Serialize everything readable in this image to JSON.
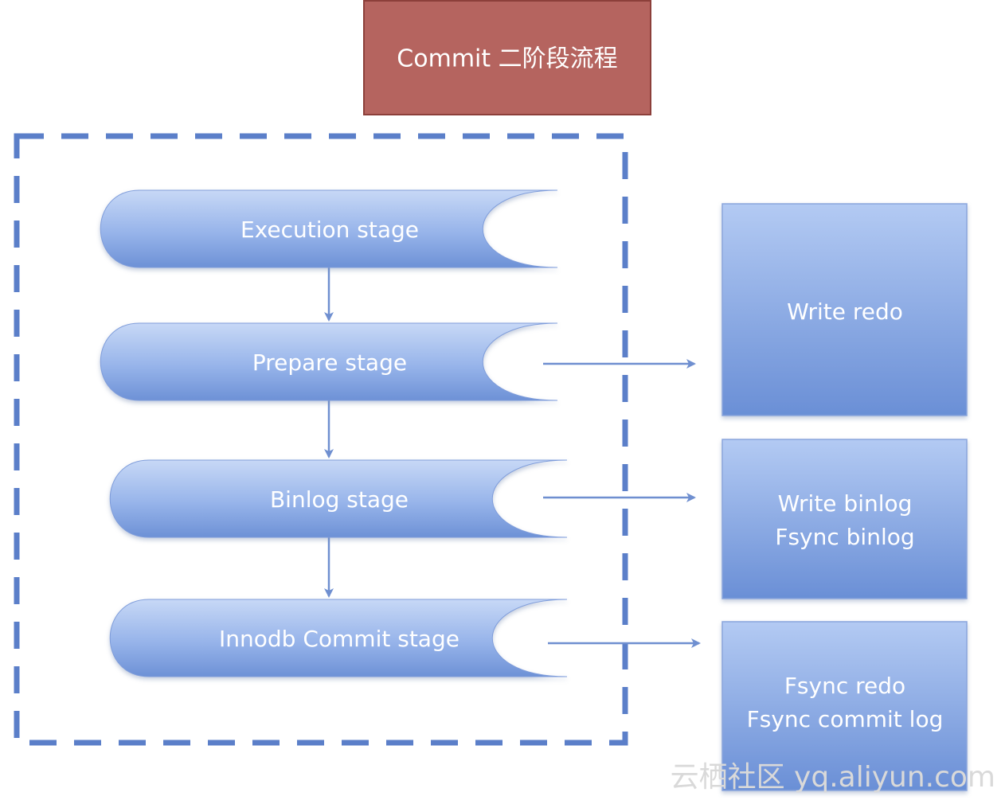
{
  "title": "Commit  二阶段流程",
  "stages": [
    {
      "label": "Execution stage"
    },
    {
      "label": "Prepare stage"
    },
    {
      "label": "Binlog stage"
    },
    {
      "label": "Innodb Commit stage"
    }
  ],
  "actions": [
    {
      "lines": [
        "Write redo"
      ]
    },
    {
      "lines": [
        "Write binlog",
        "Fsync binlog"
      ]
    },
    {
      "lines": [
        "Fsync redo",
        "Fsync commit log"
      ]
    }
  ],
  "watermark": "云栖社区 yq.aliyun.com",
  "colors": {
    "title_fill": "#b5645f",
    "title_border": "#8c3f3a",
    "dashed_border": "#5b7fc9",
    "stage_top": "#c4d6f5",
    "stage_bottom": "#6f93d8",
    "box_top": "#b1c9f3",
    "box_bottom": "#6a8fd6",
    "arrow": "#6f8fd0"
  }
}
